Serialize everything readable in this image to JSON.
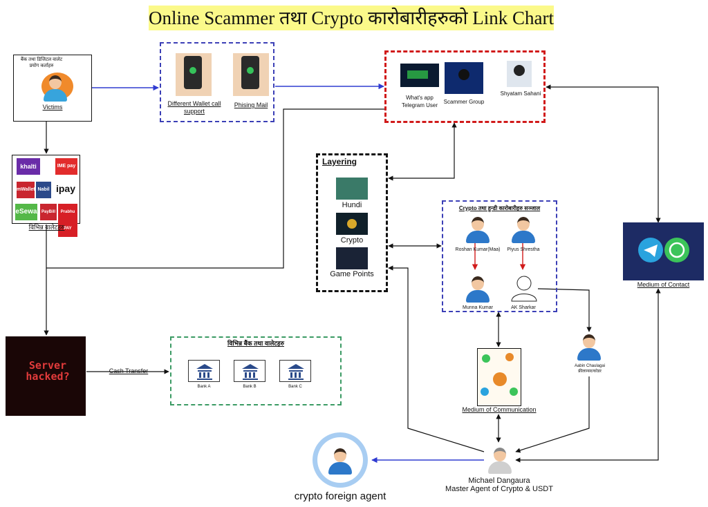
{
  "title": "Online Scammer तथा Crypto कारोबारीहरुको Link Chart",
  "colors": {
    "title_bg": "#fbf98a",
    "blue_dash": "#3b3fb6",
    "red_dash": "#d11a1a",
    "green_dash": "#3a9a63",
    "arrow_blue": "#2f3bd1",
    "arrow_red": "#d11a1a"
  },
  "victims": {
    "caption": "बैंक तथा डिजिटल वालेट प्रयोग कर्ताहरु",
    "label": "Victims"
  },
  "wallets": {
    "label": "विभिन्न वालेटहरु",
    "items": [
      "khalti",
      "IME pay",
      "mWallet",
      "Nabil",
      "ipay",
      "eSewa",
      "PayBill",
      "Prabhu PAY"
    ]
  },
  "contact_methods": {
    "call": "Different Wallet call support",
    "mail": "Phising Mail"
  },
  "scammers": {
    "app_users": "What's app Telegram User",
    "group": "Scammer Group",
    "leader": "Shyatam Sahani"
  },
  "layering": {
    "title": "Layering",
    "items": [
      "Hundi",
      "Crypto",
      "Game Points"
    ]
  },
  "network": {
    "title": "Crypto तथा हुन्डी कारोबारीहरु सञ्जाल",
    "people": [
      "Roshan Kumar(Maa)",
      "Piyus Shrestha",
      "Munna Kumar",
      "AK Sharkar"
    ]
  },
  "medium_contact": "Medium of Contact",
  "server": {
    "text": "Server hacked?"
  },
  "cash_transfer": "Cash Transfer",
  "banks": {
    "title": "विभिन्न बैंक तथा वालेटहरु",
    "items": [
      "Bank A",
      "Bank B",
      "Bank C"
    ]
  },
  "medium_communication": "Medium of Communication",
  "aabin": {
    "name": "Aabin Chaulagai",
    "role": "फ्रीलान्सर/कोडर"
  },
  "michael": {
    "name": "Michael Dangaura",
    "role": "Master Agent of Crypto & USDT"
  },
  "foreign_agent": "crypto foreign agent",
  "icons": [
    "victims-avatar-icon",
    "hand-phone-icon",
    "hacker-icon",
    "hundi-icon",
    "crypto-icon",
    "game-icon",
    "person-icon",
    "bank-icon",
    "telegram-icon",
    "whatsapp-icon"
  ]
}
